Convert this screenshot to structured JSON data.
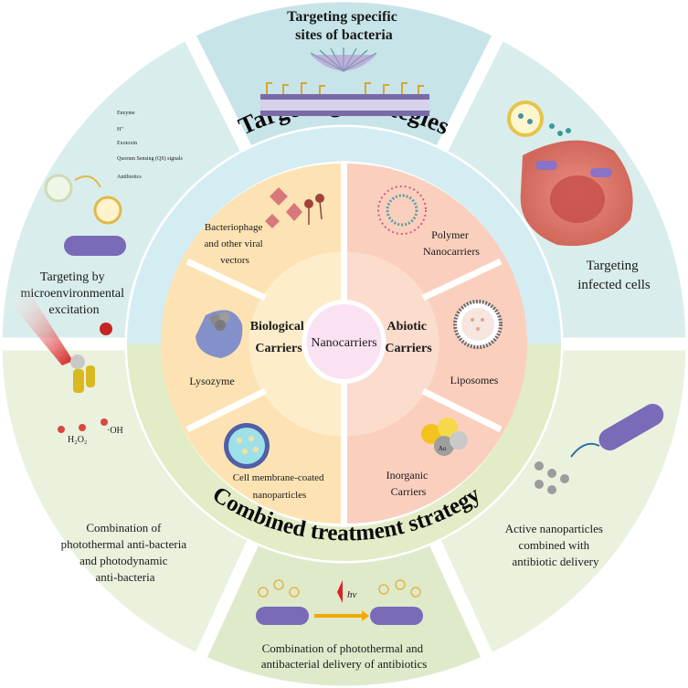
{
  "center": {
    "label": "Nanocarriers"
  },
  "ring_titles": {
    "top": "Targeting strategies",
    "bottom": "Combined treatment strategy"
  },
  "inner": {
    "biological": {
      "title_line1": "Biological",
      "title_line2": "Carriers"
    },
    "abiotic": {
      "title_line1": "Abiotic",
      "title_line2": "Carriers"
    },
    "items": {
      "bacteriophage": [
        "Bacteriophage",
        "and other viral",
        "vectors"
      ],
      "lysozyme": [
        "Lysozyme"
      ],
      "cell_membrane": [
        "Cell membrane-coated",
        "nanoparticles"
      ],
      "polymer": [
        "Polymer",
        "Nanocarriers"
      ],
      "liposomes": [
        "Liposomes"
      ],
      "inorganic": [
        "Inorganic",
        "Carriers"
      ]
    }
  },
  "outer": {
    "top": [
      "Targeting specific",
      "sites of bacteria"
    ],
    "upper_left": [
      "Targeting by",
      "microenvironmental",
      "excitation"
    ],
    "upper_right": [
      "Targeting",
      "infected cells"
    ],
    "lower_left": [
      "Combination of",
      "photothermal anti-bacteria",
      "and photodynamic",
      "anti-bacteria"
    ],
    "lower_right": [
      "Active nanoparticles",
      "combined with",
      "antibiotic delivery"
    ],
    "bottom": [
      "Combination of photothermal and",
      "antibacterial delivery of antibiotics"
    ]
  },
  "legend_micro": [
    "Enzyme",
    "H⁺",
    "Exotoxin",
    "Quorum Sensing (QS) signals",
    "Antibiotics"
  ],
  "figure_labels": {
    "h2o2": "H₂O₂",
    "oh": "·OH",
    "hv": "hv",
    "au": "Au"
  },
  "colors": {
    "outer_top_blue": "#dcefef",
    "outer_top_center": "#c9e6ea",
    "outer_bottom_green": "#e9f1dc",
    "outer_bottom_center": "#dde9c8",
    "mid_top": "#d8eef2",
    "mid_bottom": "#e3edc9",
    "bio_inner": "#fde6b8",
    "abio_inner": "#fbd3c2",
    "center_pink": "#fbe3f3",
    "bacteria_purple": "#7467b5"
  },
  "icons": [
    "bacterium-icon",
    "macrophage-icon",
    "laser-icon",
    "liposome-icon",
    "polymer-micelle-icon",
    "phage-icon",
    "lysozyme-icon",
    "gold-nanoparticle-icon"
  ]
}
